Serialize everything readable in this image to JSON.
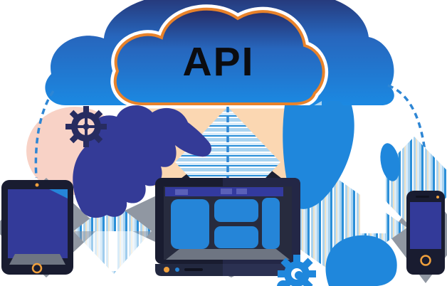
{
  "illustration": {
    "cloud_label": "API"
  },
  "scene": {
    "description": "Concept illustration of a cloud API connecting a tablet, a desktop monitor and a smartphone with dashed links, striped data diamonds, gears and pointing hands.",
    "objects": [
      {
        "name": "api-cloud",
        "label": "Cloud outlined in orange labeled API"
      },
      {
        "name": "background-cloud",
        "label": "Large blue gradient cloud"
      },
      {
        "name": "tablet",
        "label": "Tablet with navy screen and orange home ring"
      },
      {
        "name": "monitor",
        "label": "Desktop monitor with blue abstract screen content"
      },
      {
        "name": "smartphone",
        "label": "Smartphone with navy screen and orange home ring"
      },
      {
        "name": "pointing-hand-left",
        "label": "Dark indigo hand silhouette"
      },
      {
        "name": "pointing-arm-right",
        "label": "Bright blue pointing arm"
      },
      {
        "name": "hand-bottom",
        "label": "Bright blue hand near bottom"
      },
      {
        "name": "gear-dark",
        "label": "Dark gear beside left hand"
      },
      {
        "name": "gear-blue",
        "label": "Blue gear at monitor corner"
      },
      {
        "name": "data-diamonds",
        "label": "Striped halftone diamonds (data streams)"
      },
      {
        "name": "dashed-links",
        "label": "Dashed arcs from cloud to devices and center line"
      }
    ]
  },
  "colors": {
    "white": "#ffffff",
    "cloud_top": "#252b66",
    "cloud_mid": "#2766bd",
    "cloud_bottom": "#1b89e2",
    "cloud_outline": "#e8822a",
    "cloud_halo": "#ffffff",
    "api_text": "#0b0c10",
    "dashed_line": "#2e86d4",
    "peach_glow": "#fbd7b2",
    "pink_glow": "#f8d2c6",
    "dark_hand": "#343b97",
    "dark_gear": "#272c60",
    "bright_blue": "#1f87dc",
    "device_frame": "#191c30",
    "device_frame_alt": "#232746",
    "screen_navy": "#333a99",
    "screen_bg": "#272b3e",
    "screen_header": "#333a9e",
    "screen_header_tab": "#5a60b8",
    "screen_content_blue": "#2585d8",
    "stand_gray": "#6e7582",
    "silhouette_gray": "#9097a2",
    "silhouette_dark": "#1d2032",
    "accent_orange": "#f0a03c",
    "taskbar": "#222840",
    "taskbar_light": "#2b3152",
    "taskbar_dash": "#10121f",
    "stripe_strong": "#2b8fd8",
    "stripe_light": "#a9d3f0",
    "stripe_pale": "#d9ecfa",
    "stripe_cream": "#f0e2c6"
  }
}
